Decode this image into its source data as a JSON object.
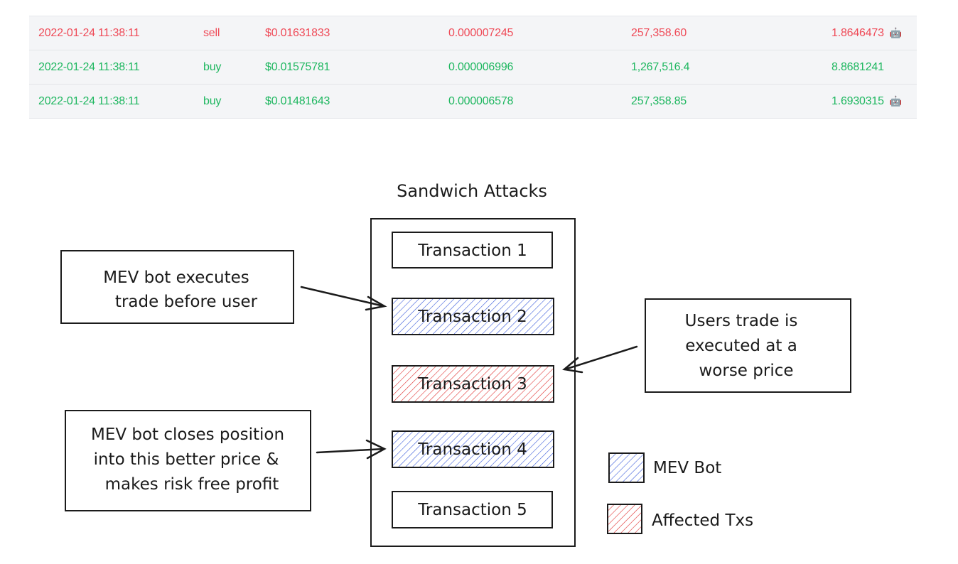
{
  "table": {
    "rows": [
      {
        "date": "2022-01-24 11:38:11",
        "side": "sell",
        "price": "$0.01631833",
        "eth": "0.000007245",
        "quantity": "257,358.60",
        "value": "1.8646473",
        "bot_icon": "robot-icon",
        "color": "#ef4b58"
      },
      {
        "date": "2022-01-24 11:38:11",
        "side": "buy",
        "price": "$0.01575781",
        "eth": "0.000006996",
        "quantity": "1,267,516.4",
        "value": "8.8681241",
        "bot_icon": "",
        "color": "#1fb760"
      },
      {
        "date": "2022-01-24 11:38:11",
        "side": "buy",
        "price": "$0.01481643",
        "eth": "0.000006578",
        "quantity": "257,358.85",
        "value": "1.6930315",
        "bot_icon": "robot-icon",
        "color": "#1fb760"
      }
    ]
  },
  "diagram": {
    "title": "Sandwich Attacks",
    "transactions": [
      {
        "label": "Transaction 1",
        "kind": "normal"
      },
      {
        "label": "Transaction 2",
        "kind": "mev"
      },
      {
        "label": "Transaction 3",
        "kind": "affected"
      },
      {
        "label": "Transaction 4",
        "kind": "mev"
      },
      {
        "label": "Transaction 5",
        "kind": "normal"
      }
    ],
    "notes": {
      "front_run": [
        "MEV bot executes",
        "trade before user"
      ],
      "user_trade": [
        "Users trade is",
        "executed at a",
        "worse price"
      ],
      "back_run": [
        "MEV bot closes position",
        "into this better price &",
        "makes risk free profit"
      ]
    },
    "legend": [
      {
        "label": "MEV Bot",
        "kind": "mev"
      },
      {
        "label": "Affected Txs",
        "kind": "affected"
      }
    ],
    "colors": {
      "mev": "#3b5bdb",
      "affected": "#e03131",
      "ink": "#1b1b1b"
    }
  }
}
